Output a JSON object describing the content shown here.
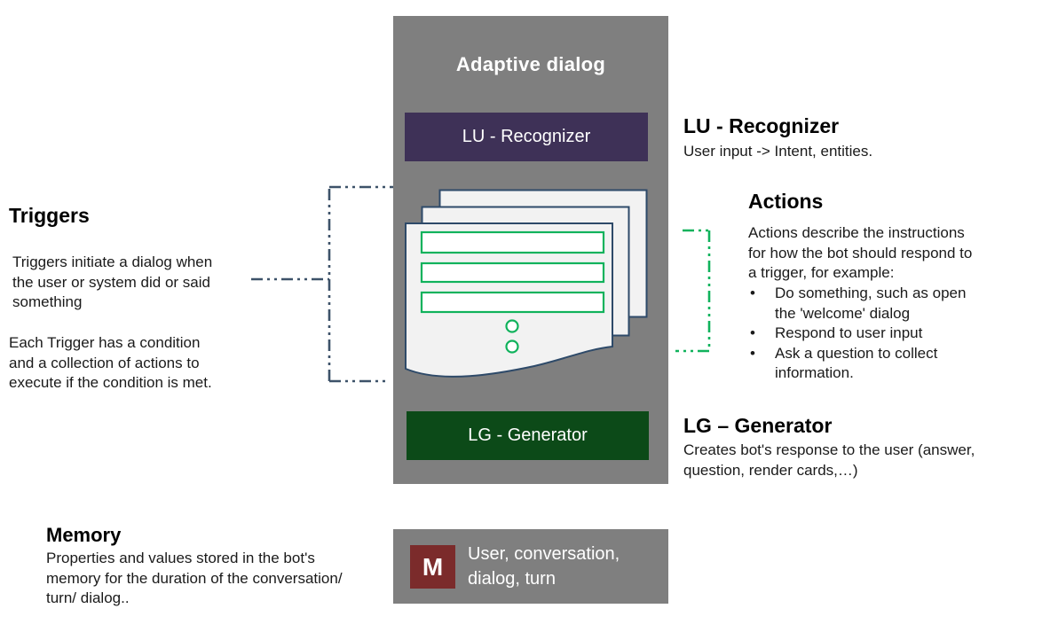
{
  "main_box": {
    "title": "Adaptive dialog",
    "lu_label": "LU - Recognizer",
    "lg_label": "LG - Generator"
  },
  "memory_box": {
    "m_label": "M",
    "text": "User, conversation, dialog, turn"
  },
  "triggers": {
    "heading": "Triggers",
    "para1": "Triggers initiate a dialog when the user or system did or said something",
    "para2": "Each Trigger has a condition and a collection of actions to execute if the condition is met."
  },
  "lu": {
    "heading": "LU - Recognizer",
    "body": "User input -> Intent, entities."
  },
  "actions": {
    "heading": "Actions",
    "intro": "Actions describe the instructions for how the bot should respond to a trigger, for example:",
    "bullets": [
      "Do something, such as open the 'welcome' dialog",
      "Respond to user input",
      "Ask a question to collect information."
    ]
  },
  "lg": {
    "heading": "LG – Generator",
    "body": "Creates bot's response to the user (answer, question, render cards,…)"
  },
  "memory": {
    "heading": "Memory",
    "body": "Properties and values stored in the bot's memory for the duration of the conversation/ turn/ dialog.."
  },
  "colors": {
    "panel_gray": "#7f7f7f",
    "lu_purple": "#3e3157",
    "lg_green": "#0c4a18",
    "memory_maroon": "#7b2b2b",
    "card_border_blue": "#2e4a69",
    "card_fill": "#f2f2f2",
    "accent_green": "#10b25c",
    "connector_blue": "#3d5269"
  }
}
